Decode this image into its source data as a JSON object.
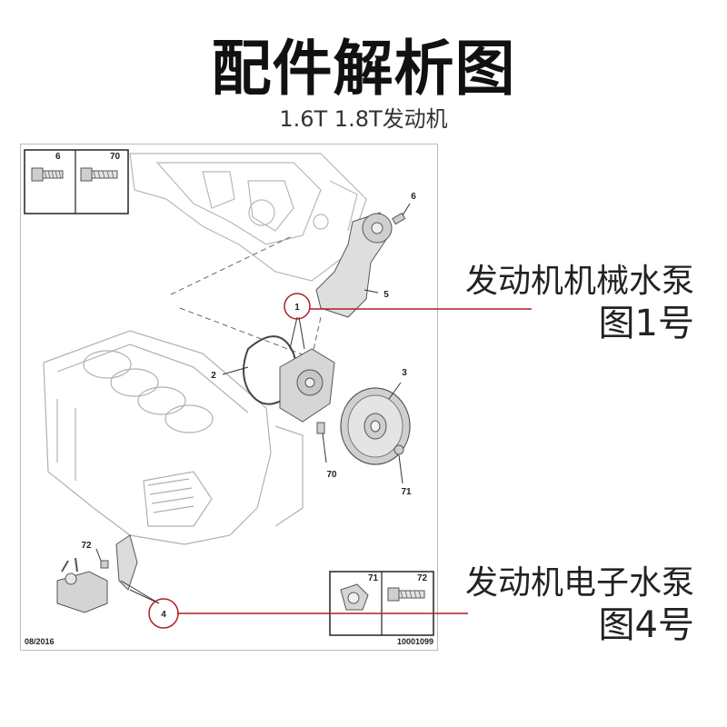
{
  "header": {
    "title": "配件解析图",
    "subtitle": "1.6T 1.8T发动机"
  },
  "diagram": {
    "date_code": "08/2016",
    "diagram_id": "10001099",
    "part_labels": [
      "1",
      "2",
      "3",
      "4",
      "5",
      "6",
      "70",
      "71",
      "72"
    ],
    "top_ref_box": {
      "left": "6",
      "right": "70"
    },
    "bottom_ref_box": {
      "left": "71",
      "right": "72"
    }
  },
  "callouts": {
    "mechanical": {
      "name": "发动机机械水泵",
      "figure": "图1号"
    },
    "electronic": {
      "name": "发动机电子水泵",
      "figure": "图4号"
    }
  },
  "colors": {
    "callout_line": "#b01e23",
    "part_fill": "#d9d9d9",
    "line_art": "#9a9a9a"
  }
}
